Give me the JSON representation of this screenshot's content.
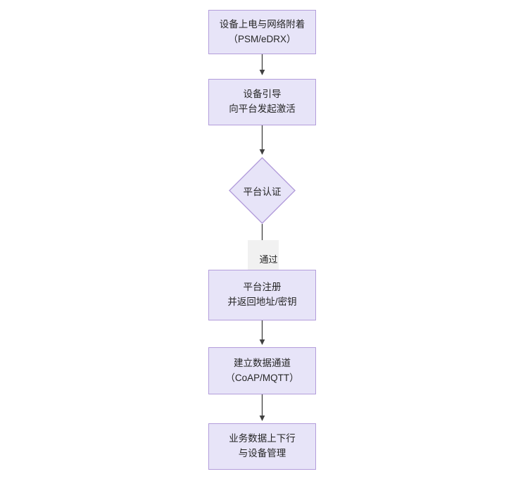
{
  "diagram": {
    "type": "flowchart",
    "orientation": "top-to-bottom",
    "background_color": "#ffffff",
    "node_fill_color": "#e7e4f8",
    "node_border_color": "#b39ddb",
    "text_color": "#262626",
    "connector_color": "#404040",
    "edge_label_background": "#f1f1f1",
    "nodes": [
      {
        "id": "n1",
        "shape": "rectangle",
        "lines": [
          "设备上电与网络附着",
          "（PSM/eDRX）"
        ]
      },
      {
        "id": "n2",
        "shape": "rectangle",
        "lines": [
          "设备引导",
          "向平台发起激活"
        ]
      },
      {
        "id": "n3",
        "shape": "diamond",
        "lines": [
          "平台认证"
        ]
      },
      {
        "id": "n4",
        "shape": "rectangle",
        "lines": [
          "平台注册",
          "并返回地址/密钥"
        ]
      },
      {
        "id": "n5",
        "shape": "rectangle",
        "lines": [
          "建立数据通道",
          "（CoAP/MQTT）"
        ]
      },
      {
        "id": "n6",
        "shape": "rectangle",
        "lines": [
          "业务数据上下行",
          "与设备管理"
        ]
      }
    ],
    "edges": [
      {
        "from": "n1",
        "to": "n2",
        "label": ""
      },
      {
        "from": "n2",
        "to": "n3",
        "label": ""
      },
      {
        "from": "n3",
        "to": "n4",
        "label": "通过"
      },
      {
        "from": "n4",
        "to": "n5",
        "label": ""
      },
      {
        "from": "n5",
        "to": "n6",
        "label": ""
      }
    ]
  }
}
